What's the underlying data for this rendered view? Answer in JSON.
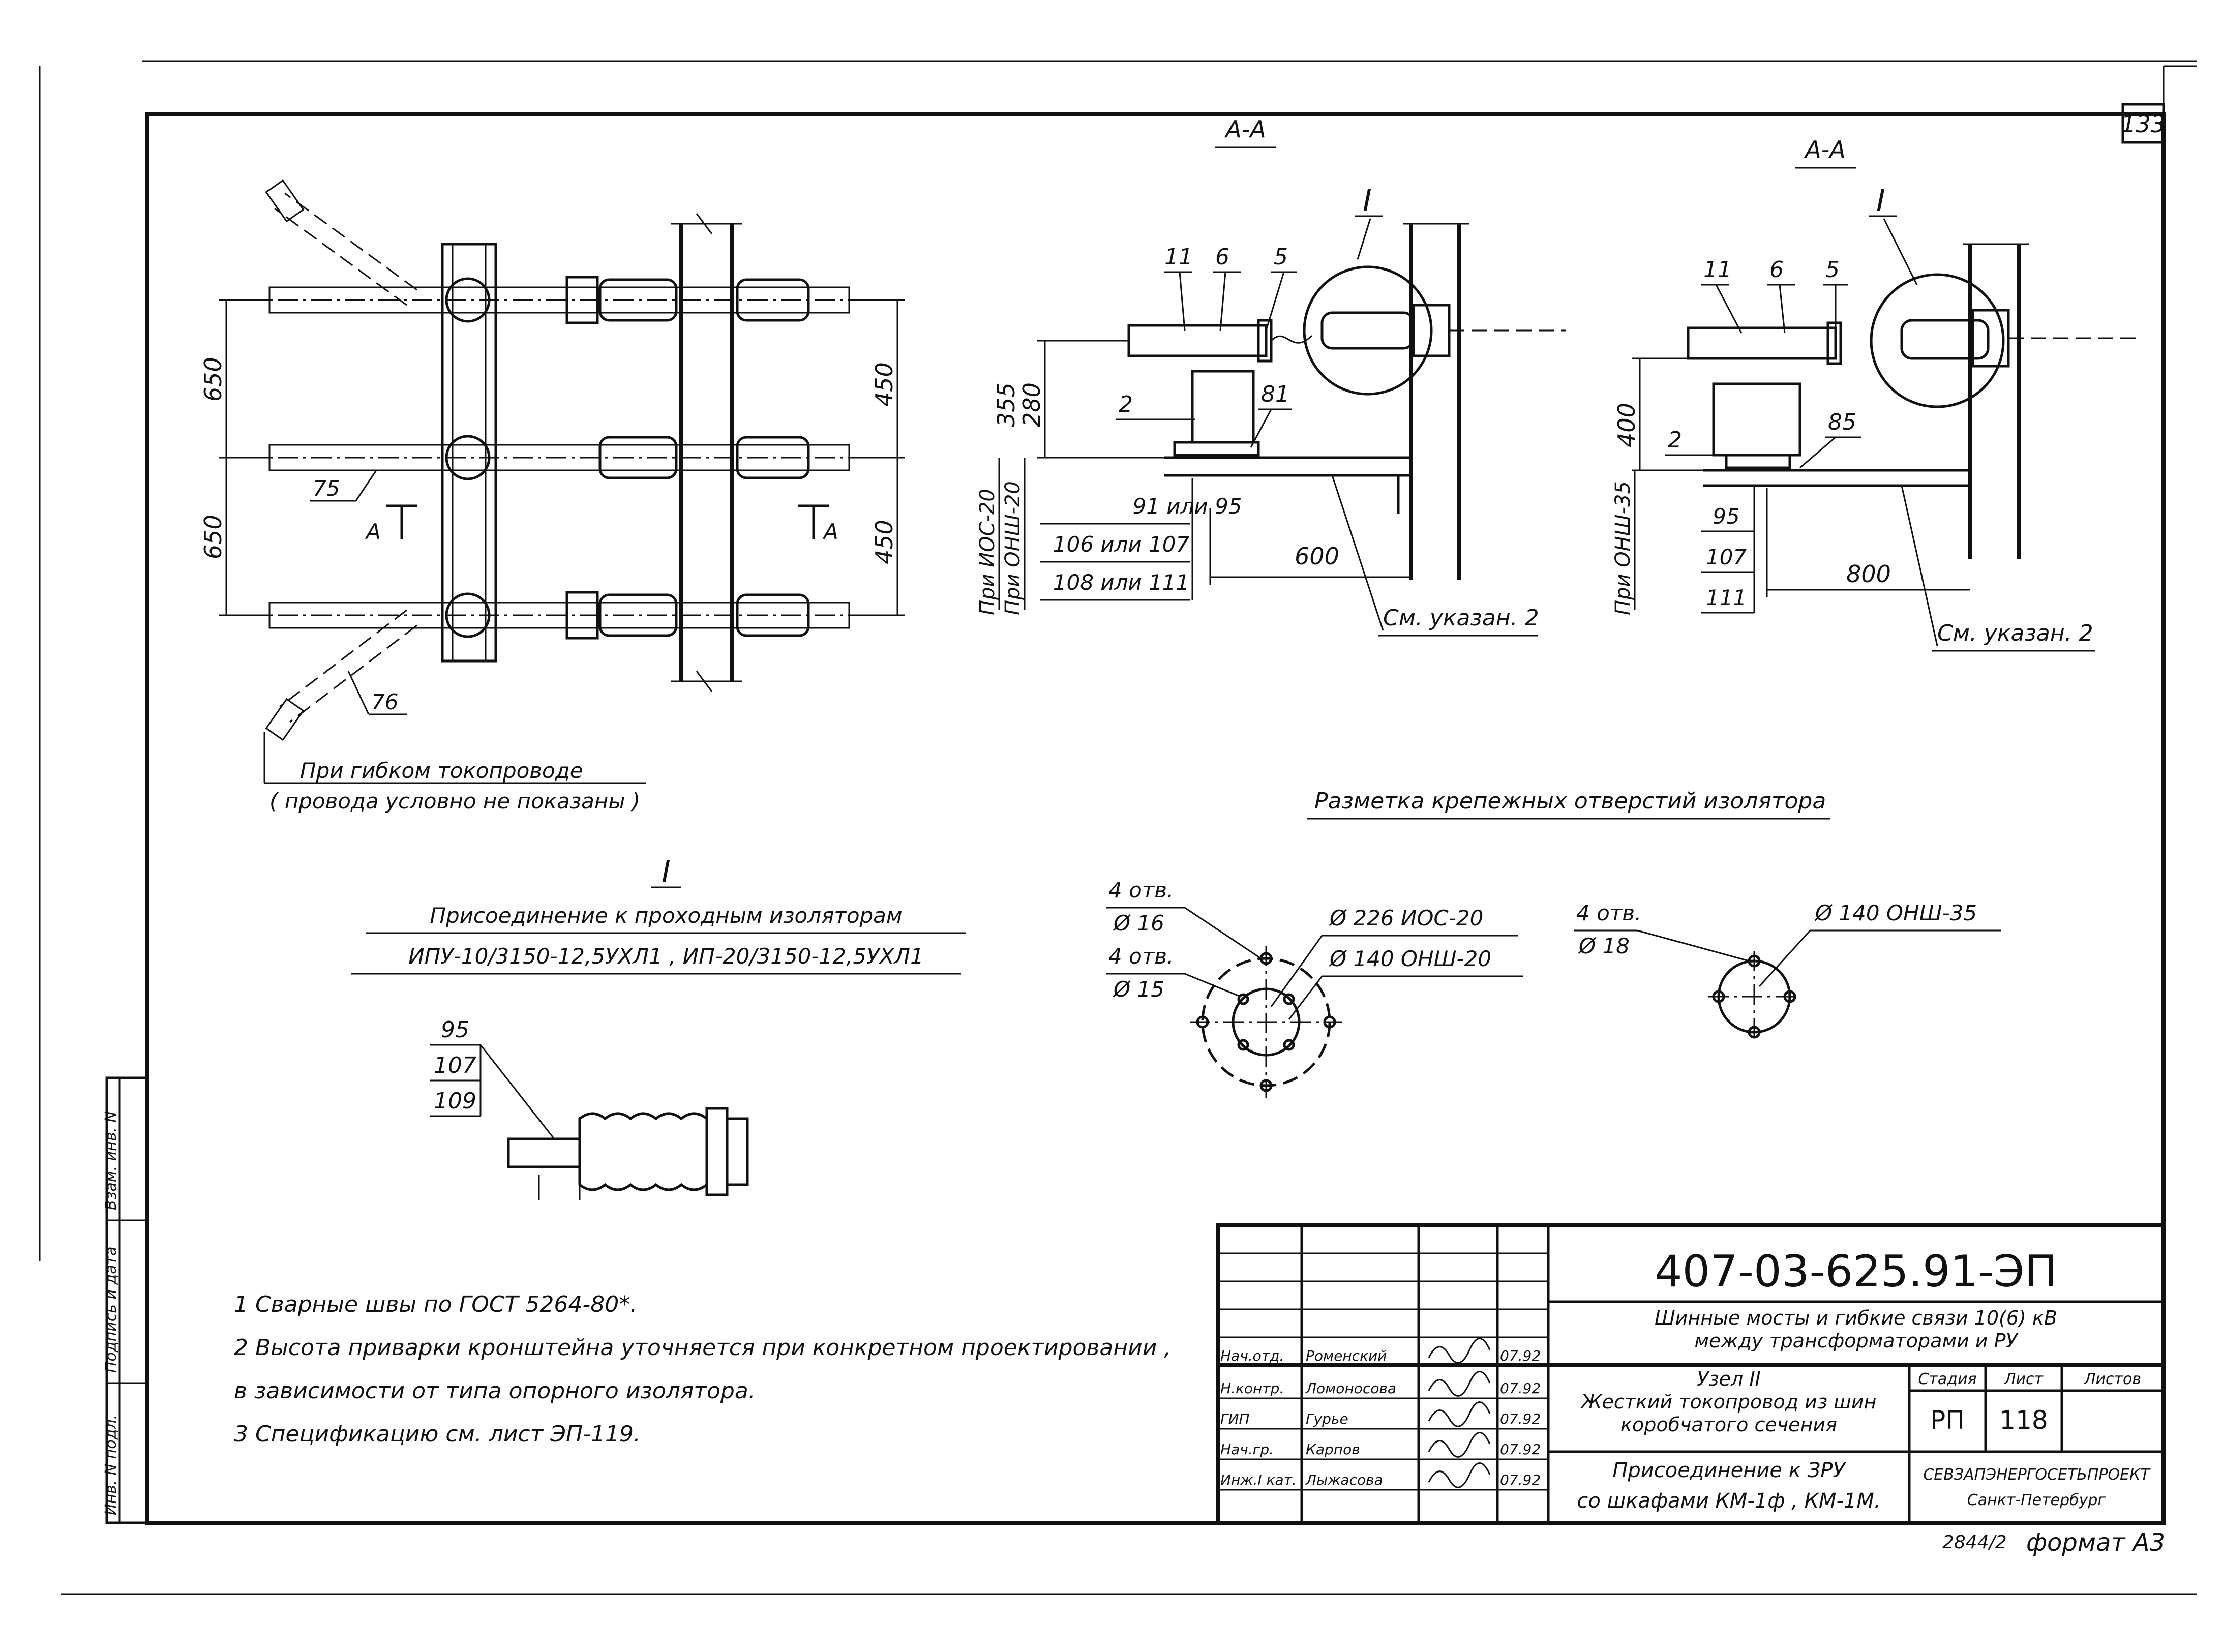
{
  "sheet_number": "133",
  "plan_view": {
    "dimensions": {
      "upper_left": "650",
      "lower_left": "650",
      "upper_right": "450",
      "lower_right": "450"
    },
    "refs": {
      "r75": "75",
      "r76": "76"
    },
    "section_mark_left": "A",
    "section_mark_right": "A",
    "caption_line1": "При гибком токопроводе",
    "caption_line2": "( провода условно не показаны )"
  },
  "section_1": {
    "title": "А-А",
    "node_label": "I",
    "refs": {
      "r11": "11",
      "r6": "6",
      "r5": "5",
      "r2": "2",
      "r81": "81"
    },
    "dim_355": "355",
    "dim_280": "280",
    "dim_600": "600",
    "vertical_label_1": "При ИОС-20",
    "vertical_label_2": "При ОНШ-20",
    "table": [
      "91 или 95",
      "106 или 107",
      "108 или 111"
    ],
    "note_ref": "См. указан. 2"
  },
  "section_2": {
    "title": "А-А",
    "node_label": "I",
    "refs": {
      "r11": "11",
      "r6": "6",
      "r5": "5",
      "r2": "2",
      "r85": "85"
    },
    "dim_400": "400",
    "dim_800": "800",
    "vertical_label": "При ОНШ-35",
    "table": [
      "95",
      "107",
      "111"
    ],
    "note_ref": "См. указан. 2"
  },
  "hole_marking": {
    "title": "Разметка крепежных отверстий изолятора",
    "left": {
      "holes_1_count": "4 отв.",
      "holes_1_dia": "Ø 16",
      "holes_2_count": "4 отв.",
      "holes_2_dia": "Ø 15",
      "circle_1": "Ø 226  ИОС-20",
      "circle_2": "Ø 140  ОНШ-20"
    },
    "right": {
      "holes_count": "4 отв.",
      "holes_dia": "Ø 18",
      "circle": "Ø 140  ОНШ-35"
    }
  },
  "detail_I": {
    "label": "I",
    "title_line1": "Присоединение к проходным изоляторам",
    "title_line2": "ИПУ-10/3150-12,5УХЛ1 , ИП-20/3150-12,5УХЛ1",
    "table": [
      "95",
      "107",
      "109"
    ]
  },
  "notes": [
    "1  Сварные швы по ГОСТ 5264-80*.",
    "2  Высота приварки кронштейна уточняется при конкретном проектировании ,",
    "    в зависимости от типа опорного изолятора.",
    "3  Спецификацию см. лист ЭП-119."
  ],
  "margin_stamp": [
    "Взам. инв. N",
    "Подпись и дата",
    "Инв. N подл."
  ],
  "title_block": {
    "designation": "407-03-625.91-ЭП",
    "project_line1": "Шинные мосты и гибкие связи 10(6) кВ",
    "project_line2": "между трансформаторами и РУ",
    "drawing_line1": "Узел II",
    "drawing_line2": "Жесткий токопровод из шин",
    "drawing_line3": "коробчатого сечения",
    "sheet_title_line1": "Присоединение к ЗРУ",
    "sheet_title_line2": "со шкафами КМ-1ф , КМ-1М.",
    "stage_header": "Стадия",
    "sheet_header": "Лист",
    "sheets_header": "Листов",
    "stage": "РП",
    "sheet": "118",
    "sheets": "",
    "org_line1": "СЕВЗАПЭНЕРГОСЕТЬПРОЕКТ",
    "org_line2": "Санкт-Петербург",
    "signatures": [
      {
        "role": "Нач.отд.",
        "name": "Роменский",
        "date": "07.92"
      },
      {
        "role": "Н.контр.",
        "name": "Ломоносова",
        "date": "07.92"
      },
      {
        "role": "ГИП",
        "name": "Гурье",
        "date": "07.92"
      },
      {
        "role": "Нач.гр.",
        "name": "Карпов",
        "date": "07.92"
      },
      {
        "role": "Инж.I кат.",
        "name": "Лыжасова",
        "date": "07.92"
      }
    ]
  },
  "bottom": {
    "inventory": "2844/2",
    "format": "формат А3"
  }
}
